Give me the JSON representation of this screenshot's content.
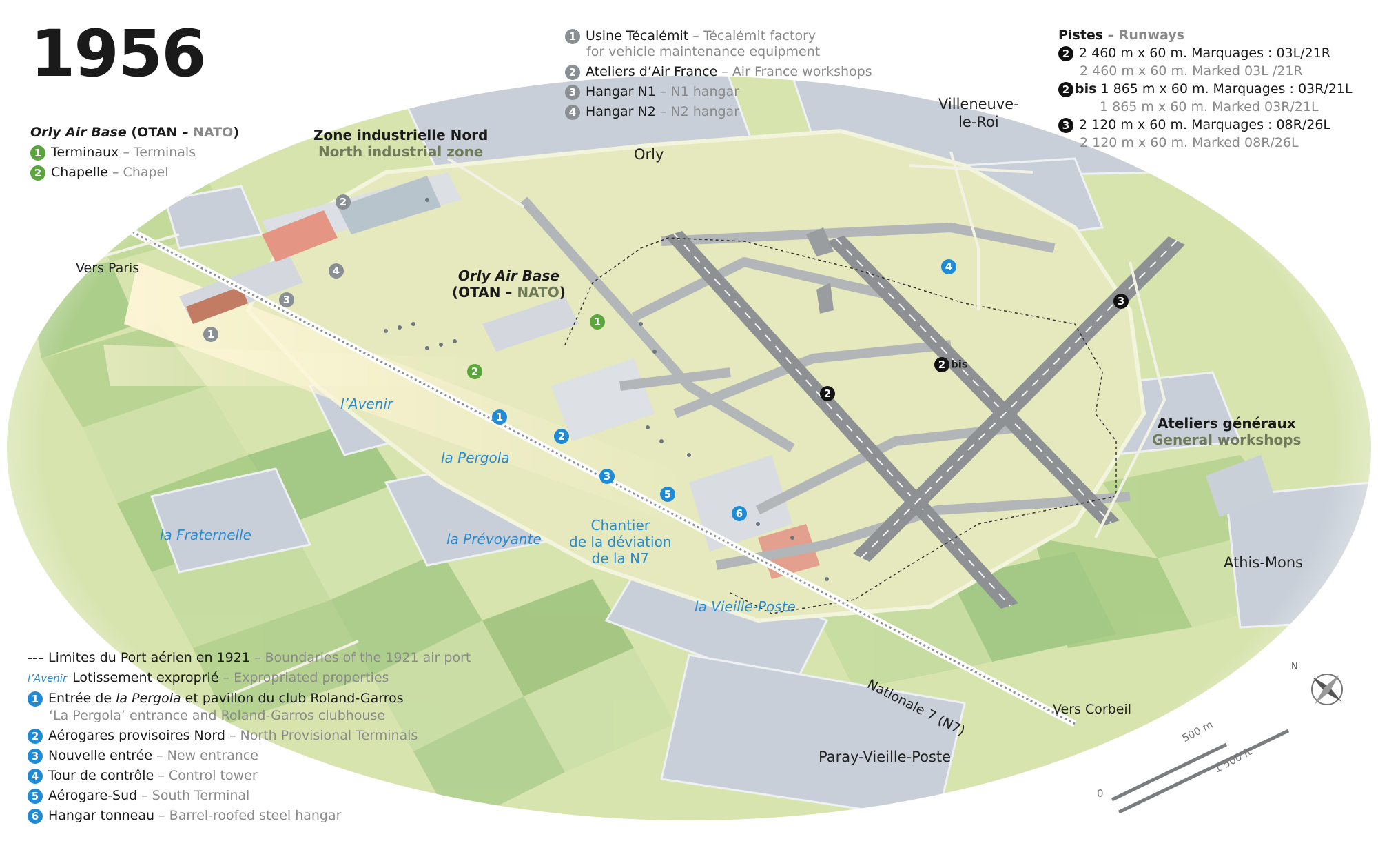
{
  "year": "1956",
  "airbase_legend": {
    "title_fr": "Orly Air Base",
    "title_paren_fr": "(OTAN",
    "title_sep": "–",
    "title_en": "NATO",
    "title_close": ")",
    "items": [
      {
        "num": "1",
        "fr": "Terminaux",
        "en": "Terminals"
      },
      {
        "num": "2",
        "fr": "Chapelle",
        "en": "Chapel"
      }
    ]
  },
  "buildings_legend": {
    "items": [
      {
        "num": "1",
        "fr": "Usine Técalémit",
        "en": "Técalémit factory",
        "en2": "for vehicle maintenance equipment"
      },
      {
        "num": "2",
        "fr": "Ateliers d’Air France",
        "en": "Air France workshops"
      },
      {
        "num": "3",
        "fr": "Hangar N1",
        "en": "N1 hangar"
      },
      {
        "num": "4",
        "fr": "Hangar N2",
        "en": "N2 hangar"
      }
    ]
  },
  "runways_legend": {
    "title_fr": "Pistes",
    "title_en": "Runways",
    "items": [
      {
        "num": "2",
        "suffix": "",
        "fr": "2 460 m x 60 m. Marquages : 03L/21R",
        "en": "2 460 m x 60 m. Marked 03L /21R"
      },
      {
        "num": "2",
        "suffix": "bis",
        "fr": "1 865 m x 60 m. Marquages : 03R/21L",
        "en": "1 865 m x 60 m. Marked 03R/21L"
      },
      {
        "num": "3",
        "suffix": "",
        "fr": "2 120 m x 60 m. Marquages : 08R/26L",
        "en": "2 120 m x 60 m. Marked 08R/26L"
      }
    ]
  },
  "bottom_legend": {
    "boundary": {
      "fr": "Limites du Port aérien en 1921",
      "en": "Boundaries of the 1921 air port"
    },
    "expropriated": {
      "sample": "l’Avenir",
      "fr": "Lotissement exproprié",
      "en": "Expropriated properties"
    },
    "items": [
      {
        "num": "1",
        "fr_a": "Entrée de ",
        "fr_i": "la Pergola",
        "fr_b": " et pavillon du club Roland-Garros",
        "en": "‘La Pergola’ entrance and Roland-Garros clubhouse"
      },
      {
        "num": "2",
        "fr": "Aérogares provisoires Nord",
        "en": "North Provisional Terminals"
      },
      {
        "num": "3",
        "fr": "Nouvelle entrée",
        "en": "New entrance"
      },
      {
        "num": "4",
        "fr": "Tour de contrôle",
        "en": "Control tower"
      },
      {
        "num": "5",
        "fr": "Aérogare-Sud",
        "en": "South Terminal"
      },
      {
        "num": "6",
        "fr": "Hangar tonneau",
        "en": "Barrel-roofed steel hangar"
      }
    ]
  },
  "places": {
    "orly": "Orly",
    "villeneuve": "Villeneuve-\nle-Roi",
    "athis": "Athis-Mons",
    "paray": "Paray-Vieille-Poste",
    "vers_paris": "Vers Paris",
    "vers_corbeil": "Vers Corbeil",
    "n7": "Nationale 7 (N7)"
  },
  "zones": {
    "north_fr": "Zone industrielle Nord",
    "north_en": "North industrial zone",
    "airbase_fr": "Orly Air Base",
    "airbase_paren": "(OTAN –",
    "airbase_en": "NATO",
    "airbase_close": ")",
    "workshops_fr": "Ateliers généraux",
    "workshops_en": "General workshops"
  },
  "properties": {
    "avenir": "l’Avenir",
    "pergola": "la Pergola",
    "fraternelle": "la Fraternelle",
    "prevoyante": "la Prévoyante",
    "vieille_poste": "la Vieille-Poste",
    "chantier": "Chantier\nde la déviation\nde la N7"
  },
  "runway_markers": [
    "2",
    "2",
    "3"
  ],
  "runway_marker_bis": "bis",
  "scale": {
    "m": "500 m",
    "ft": "1 500 ft",
    "zero": "0"
  },
  "compass": "N",
  "colors": {
    "grass": "#e6e9bd",
    "field": "#bfd79a",
    "runway": "#8e9193",
    "town": "#c9ced6",
    "blue": "#1f8bd6",
    "green": "#5aa53c"
  }
}
